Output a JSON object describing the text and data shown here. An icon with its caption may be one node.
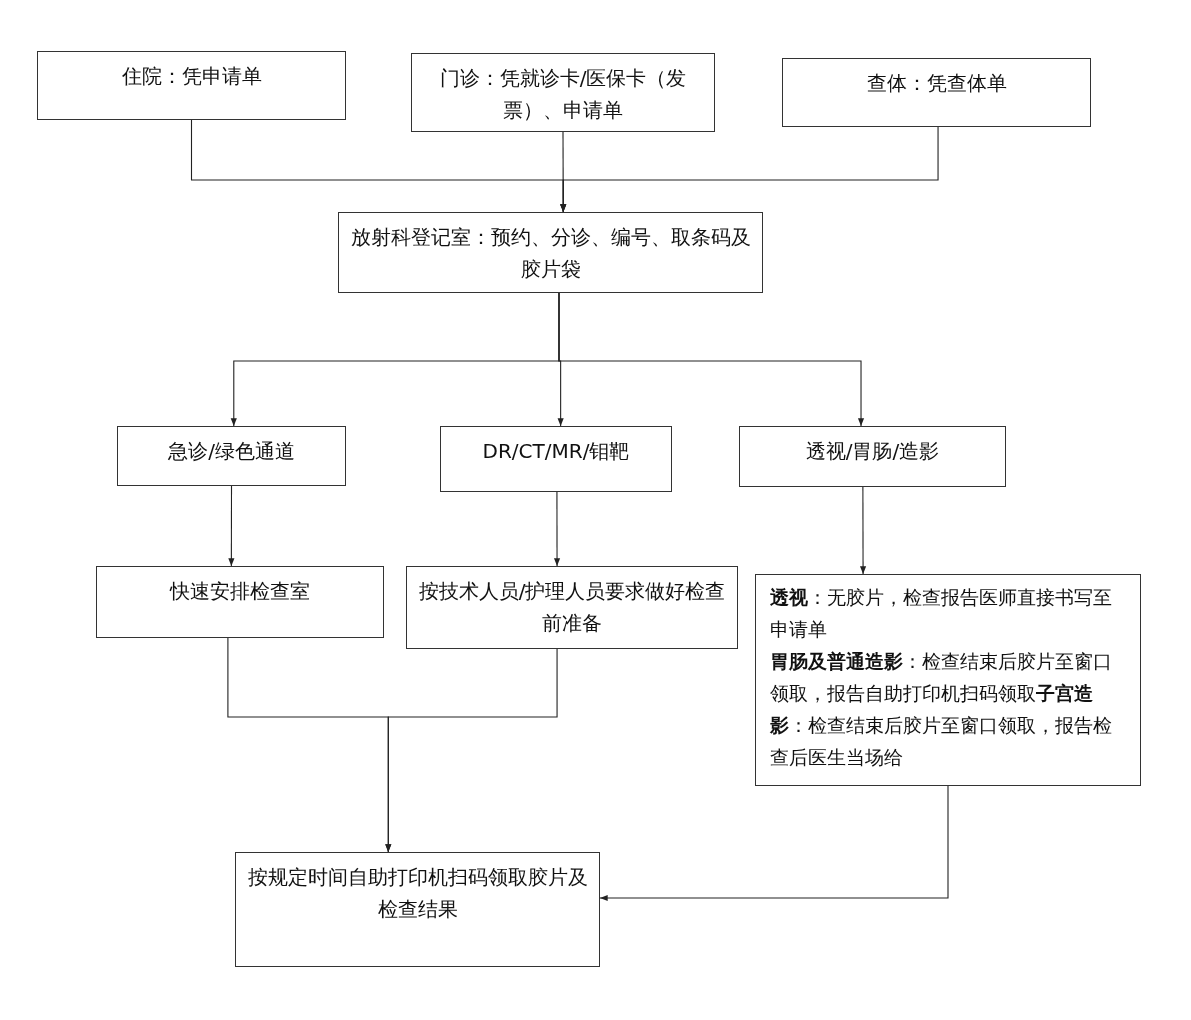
{
  "diagram": {
    "nodes": [
      {
        "text": [
          "住院：凭申请单"
        ]
      },
      {
        "text": [
          "门诊：凭就诊卡/医保卡（发票）、申请单"
        ]
      },
      {
        "text": [
          "查体：凭查体单"
        ]
      },
      {
        "text": [
          "放射科登记室：预约、分诊、编号、取条码及胶片袋"
        ]
      },
      {
        "text": [
          "急诊/绿色通道"
        ]
      },
      {
        "text": [
          "DR/CT/MR/钼靶"
        ]
      },
      {
        "text": [
          "透视/胃肠/造影"
        ]
      },
      {
        "text": [
          "快速安排检查室"
        ]
      },
      {
        "text": [
          "按技术人员/护理人员要求做好检查前准备"
        ]
      },
      {
        "text": [
          "**透视**：无胶片，检查报告医师直接书写至申请单",
          "**胃肠及普通造影**：检查结束后胶片至窗口领取，报告自助打印机扫码领取**子宫造影**：检查结束后胶片至窗口领取，报告检查后医生当场给"
        ]
      },
      {
        "text": [
          "按规定时间自助打印机扫码领取胶片及检查结果"
        ]
      }
    ],
    "edges": [
      {
        "from": 0,
        "to": 3,
        "arrow": "to"
      },
      {
        "from": 1,
        "to": 3,
        "arrow": "to"
      },
      {
        "from": 2,
        "to": 3,
        "arrow": "to"
      },
      {
        "from": 3,
        "to": 4,
        "arrow": "to"
      },
      {
        "from": 3,
        "to": 5,
        "arrow": "to"
      },
      {
        "from": 3,
        "to": 6,
        "arrow": "to"
      },
      {
        "from": 4,
        "to": 7,
        "arrow": "to"
      },
      {
        "from": 5,
        "to": 8,
        "arrow": "to"
      },
      {
        "from": 6,
        "to": 9,
        "arrow": "to"
      },
      {
        "from": 7,
        "to": 10,
        "arrow": "to"
      },
      {
        "from": 8,
        "to": 10,
        "arrow": "to"
      },
      {
        "from": 9,
        "to": 10,
        "arrow": "to"
      }
    ]
  }
}
